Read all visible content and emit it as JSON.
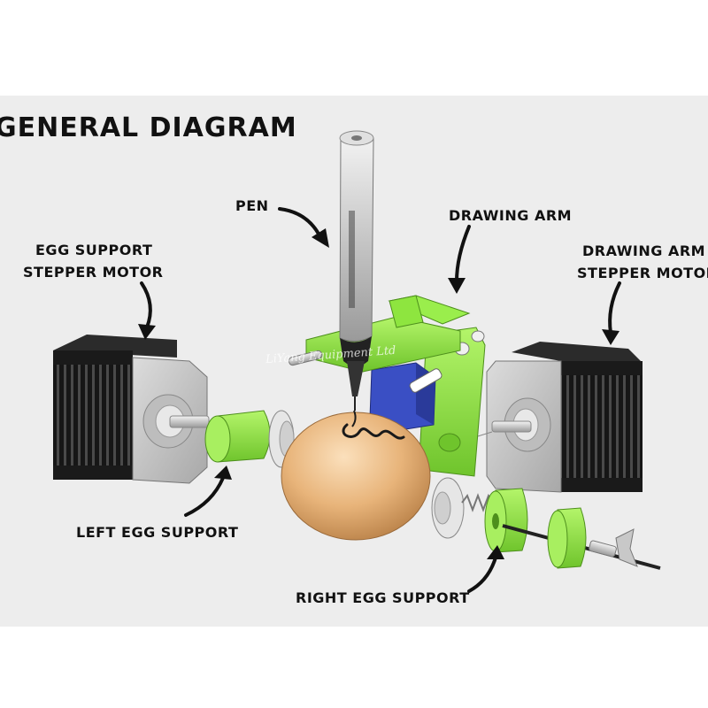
{
  "title": "General Diagram",
  "labels": {
    "pen": "PEN",
    "drawing_arm": "DRAWING ARM",
    "egg_support_motor_line1": "EGG SUPPORT",
    "egg_support_motor_line2": "STEPPER MOTOR",
    "drawing_arm_motor_line1": "DRAWING ARM",
    "drawing_arm_motor_line2": "STEPPER MOTOR",
    "left_egg_support": "LEFT EGG SUPPORT",
    "right_egg_support": "RIGHT EGG SUPPORT"
  },
  "watermark": "LiYang Equipment Ltd",
  "colors": {
    "background": "#ededed",
    "green_parts": "#8ee53f",
    "egg": "#e8b47a",
    "motor_body": "#1a1a1a",
    "motor_plate": "#c9c9c9",
    "servo": "#3a4fc4"
  }
}
